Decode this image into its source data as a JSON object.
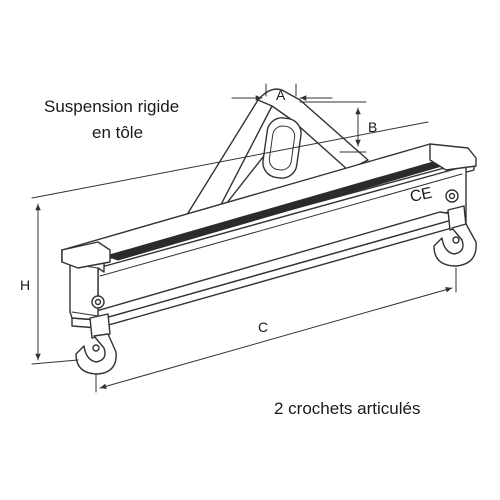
{
  "labels": {
    "suspension_line1": "Suspension rigide",
    "suspension_line2": "en tôle",
    "hooks": "2 crochets articulés",
    "ce_mark": "CE"
  },
  "dimensions": {
    "a": "A",
    "b": "B",
    "c": "C",
    "h": "H"
  },
  "colors": {
    "line": "#333333",
    "slot": "#2b2b2b",
    "background": "#ffffff"
  }
}
